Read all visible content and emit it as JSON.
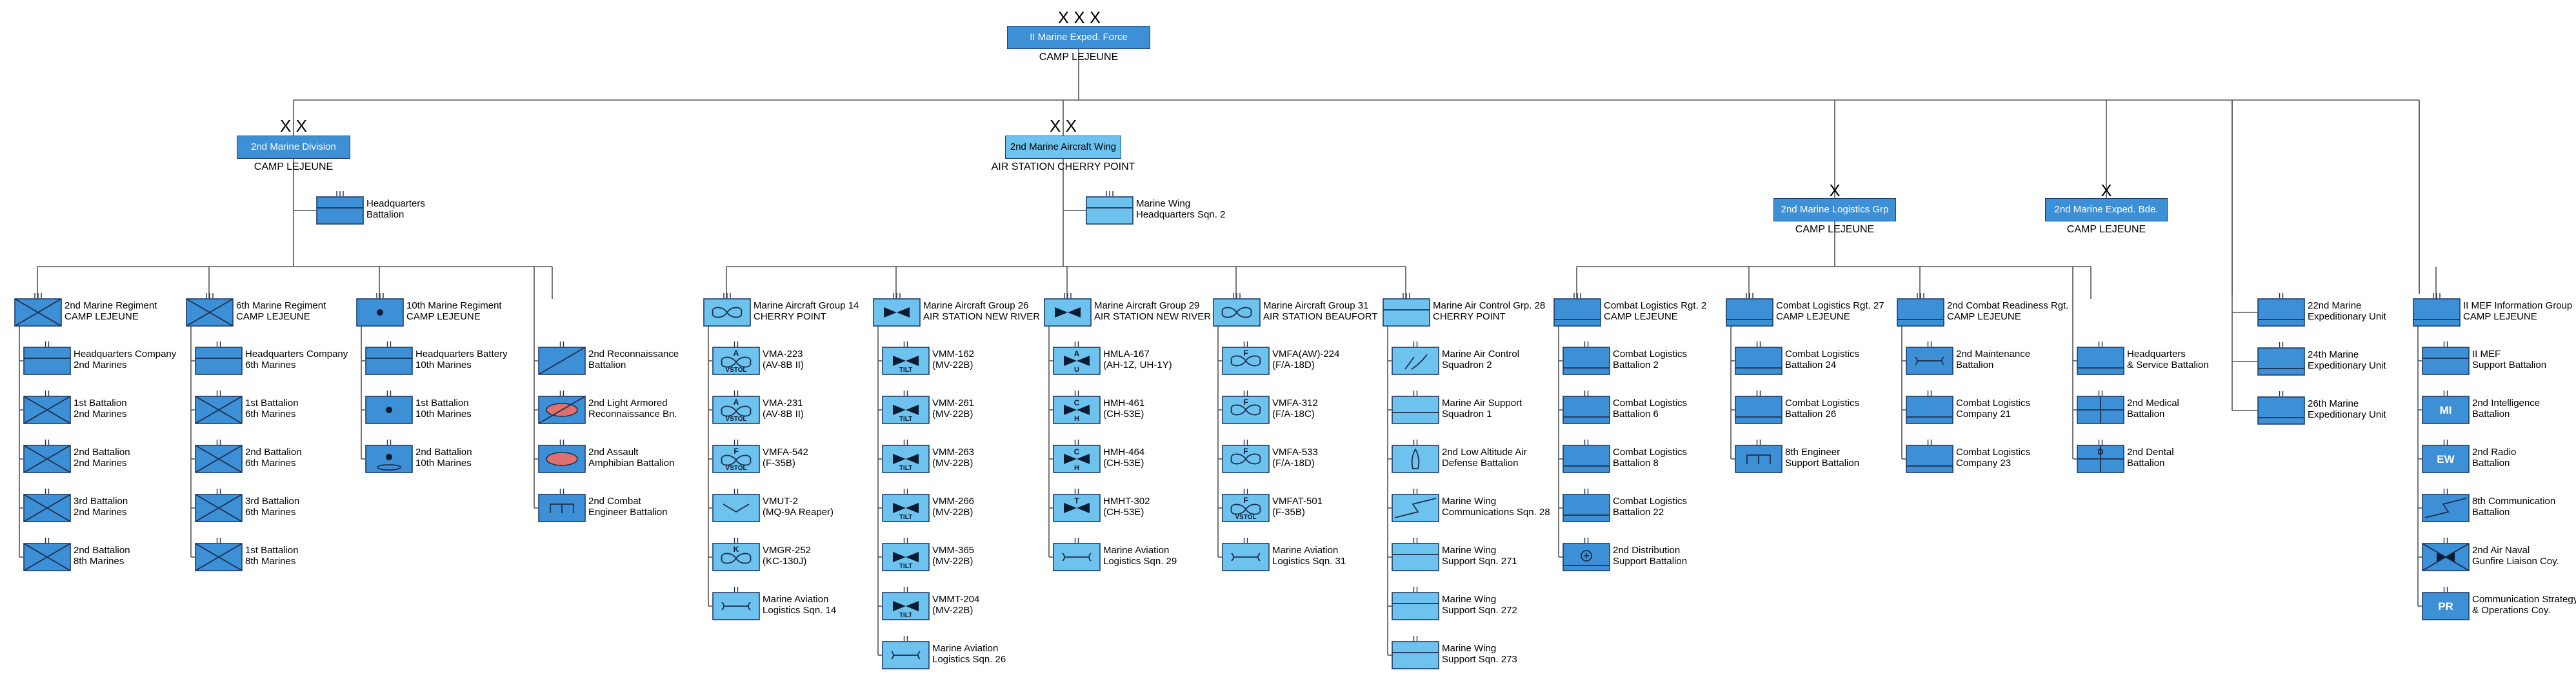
{
  "colors": {
    "marine_ground": "#3d8fd6",
    "marine_air": "#6ec3ee",
    "border": "#1c3d6e",
    "line": "#555555"
  },
  "headers": [
    {
      "echelon": "X X X",
      "name": "II Marine Exped. Force",
      "loc": "CAMP LEJEUNE",
      "color": "marine_ground"
    },
    {
      "echelon": "X X",
      "name": "2nd Marine Division",
      "loc": "CAMP LEJEUNE",
      "color": "marine_ground"
    },
    {
      "echelon": "X X",
      "name": "2nd Marine Aircraft Wing",
      "loc": "AIR STATION CHERRY POINT",
      "color": "marine_air"
    },
    {
      "echelon": "X",
      "name": "2nd Marine Logistics Grp",
      "loc": "CAMP LEJEUNE",
      "color": "marine_ground"
    },
    {
      "echelon": "X",
      "name": "2nd Marine Exped. Bde.",
      "loc": "CAMP LEJEUNE",
      "color": "marine_ground"
    }
  ],
  "staff_units": [
    {
      "symbol": "hq",
      "color": "marine_ground",
      "l1": "Headquarters",
      "l2": "Battalion"
    },
    {
      "symbol": "hq",
      "color": "marine_air",
      "l1": "Marine Wing",
      "l2": "Headquarters Sqn. 2"
    }
  ],
  "columns": [
    {
      "head": {
        "symbol": "infantry",
        "color": "marine_ground",
        "l1": "2nd Marine Regiment",
        "l2": "CAMP LEJEUNE"
      },
      "children": [
        {
          "symbol": "hq",
          "color": "marine_ground",
          "l1": "Headquarters Company",
          "l2": "2nd Marines"
        },
        {
          "symbol": "infantry",
          "color": "marine_ground",
          "l1": "1st Battalion",
          "l2": "2nd Marines"
        },
        {
          "symbol": "infantry",
          "color": "marine_ground",
          "l1": "2nd Battalion",
          "l2": "2nd Marines"
        },
        {
          "symbol": "infantry",
          "color": "marine_ground",
          "l1": "3rd Battalion",
          "l2": "2nd Marines"
        },
        {
          "symbol": "infantry",
          "color": "marine_ground",
          "l1": "2nd Battalion",
          "l2": "8th Marines"
        }
      ]
    },
    {
      "head": {
        "symbol": "infantry",
        "color": "marine_ground",
        "l1": "6th Marine Regiment",
        "l2": "CAMP LEJEUNE"
      },
      "children": [
        {
          "symbol": "hq",
          "color": "marine_ground",
          "l1": "Headquarters Company",
          "l2": "6th Marines"
        },
        {
          "symbol": "infantry",
          "color": "marine_ground",
          "l1": "1st Battalion",
          "l2": "6th Marines"
        },
        {
          "symbol": "infantry",
          "color": "marine_ground",
          "l1": "2nd Battalion",
          "l2": "6th Marines"
        },
        {
          "symbol": "infantry",
          "color": "marine_ground",
          "l1": "3rd Battalion",
          "l2": "6th Marines"
        },
        {
          "symbol": "infantry",
          "color": "marine_ground",
          "l1": "1st Battalion",
          "l2": "8th Marines"
        }
      ]
    },
    {
      "head": {
        "symbol": "artillery",
        "color": "marine_ground",
        "l1": "10th Marine Regiment",
        "l2": "CAMP LEJEUNE"
      },
      "children": [
        {
          "symbol": "hq",
          "color": "marine_ground",
          "l1": "Headquarters Battery",
          "l2": "10th Marines"
        },
        {
          "symbol": "artillery",
          "color": "marine_ground",
          "l1": "1st Battalion",
          "l2": "10th Marines"
        },
        {
          "symbol": "artillery_sp",
          "color": "marine_ground",
          "l1": "2nd Battalion",
          "l2": "10th Marines"
        }
      ]
    },
    {
      "head": null,
      "children": [
        {
          "symbol": "recon",
          "color": "marine_ground",
          "l1": "2nd Reconnaissance",
          "l2": "Battalion"
        },
        {
          "symbol": "armored_recon",
          "color": "marine_ground",
          "l1": "2nd Light Armored",
          "l2": "Reconnaissance Bn."
        },
        {
          "symbol": "amphibian",
          "color": "marine_ground",
          "l1": "2nd Assault",
          "l2": "Amphibian Battalion"
        },
        {
          "symbol": "engineer",
          "color": "marine_ground",
          "l1": "2nd Combat",
          "l2": "Engineer Battalion"
        }
      ]
    },
    {
      "head": {
        "symbol": "fixed_wing",
        "color": "marine_air",
        "l1": "Marine Aircraft Group 14",
        "l2": "CHERRY POINT"
      },
      "children": [
        {
          "symbol": "harrier",
          "color": "marine_air",
          "tag": "A",
          "tag2": "VSTOL",
          "l1": "VMA-223",
          "l2": "(AV-8B II)"
        },
        {
          "symbol": "harrier",
          "color": "marine_air",
          "tag": "A",
          "tag2": "VSTOL",
          "l1": "VMA-231",
          "l2": "(AV-8B II)"
        },
        {
          "symbol": "harrier",
          "color": "marine_air",
          "tag": "F",
          "tag2": "VSTOL",
          "l1": "VMFA-542",
          "l2": "(F-35B)"
        },
        {
          "symbol": "uav",
          "color": "marine_air",
          "l1": "VMUT-2",
          "l2": "(MQ-9A Reaper)"
        },
        {
          "symbol": "tanker",
          "color": "marine_air",
          "tag": "K",
          "l1": "VMGR-252",
          "l2": "(KC-130J)"
        },
        {
          "symbol": "maint",
          "color": "marine_air",
          "l1": "Marine Aviation",
          "l2": "Logistics Sqn. 14"
        }
      ]
    },
    {
      "head": {
        "symbol": "rotary",
        "color": "marine_air",
        "l1": "Marine Aircraft Group 26",
        "l2": "AIR STATION NEW RIVER"
      },
      "children": [
        {
          "symbol": "tilt",
          "color": "marine_air",
          "tag2": "TILT",
          "l1": "VMM-162",
          "l2": "(MV-22B)"
        },
        {
          "symbol": "tilt",
          "color": "marine_air",
          "tag2": "TILT",
          "l1": "VMM-261",
          "l2": "(MV-22B)"
        },
        {
          "symbol": "tilt",
          "color": "marine_air",
          "tag2": "TILT",
          "l1": "VMM-263",
          "l2": "(MV-22B)"
        },
        {
          "symbol": "tilt",
          "color": "marine_air",
          "tag2": "TILT",
          "l1": "VMM-266",
          "l2": "(MV-22B)"
        },
        {
          "symbol": "tilt",
          "color": "marine_air",
          "tag2": "TILT",
          "l1": "VMM-365",
          "l2": "(MV-22B)"
        },
        {
          "symbol": "tilt",
          "color": "marine_air",
          "tag2": "TILT",
          "l1": "VMMT-204",
          "l2": "(MV-22B)"
        },
        {
          "symbol": "maint",
          "color": "marine_air",
          "l1": "Marine Aviation",
          "l2": "Logistics Sqn. 26"
        }
      ]
    },
    {
      "head": {
        "symbol": "rotary",
        "color": "marine_air",
        "l1": "Marine Aircraft Group 29",
        "l2": "AIR STATION NEW RIVER"
      },
      "children": [
        {
          "symbol": "heli",
          "color": "marine_air",
          "tag": "A",
          "tag3": "U",
          "l1": "HMLA-167",
          "l2": "(AH-1Z, UH-1Y)"
        },
        {
          "symbol": "heli",
          "color": "marine_air",
          "tag": "C",
          "tag3": "H",
          "l1": "HMH-461",
          "l2": "(CH-53E)"
        },
        {
          "symbol": "heli",
          "color": "marine_air",
          "tag": "C",
          "tag3": "H",
          "l1": "HMH-464",
          "l2": "(CH-53E)"
        },
        {
          "symbol": "heli",
          "color": "marine_air",
          "tag": "T",
          "l1": "HMHT-302",
          "l2": "(CH-53E)"
        },
        {
          "symbol": "maint",
          "color": "marine_air",
          "l1": "Marine Aviation",
          "l2": "Logistics Sqn. 29"
        }
      ]
    },
    {
      "head": {
        "symbol": "fixed_wing",
        "color": "marine_air",
        "l1": "Marine Aircraft Group 31",
        "l2": "AIR STATION BEAUFORT"
      },
      "children": [
        {
          "symbol": "fighter",
          "color": "marine_air",
          "tag": "F",
          "l1": "VMFA(AW)-224",
          "l2": "(F/A-18D)"
        },
        {
          "symbol": "fighter",
          "color": "marine_air",
          "tag": "F",
          "l1": "VMFA-312",
          "l2": "(F/A-18C)"
        },
        {
          "symbol": "fighter",
          "color": "marine_air",
          "tag": "F",
          "l1": "VMFA-533",
          "l2": "(F/A-18D)"
        },
        {
          "symbol": "harrier",
          "color": "marine_air",
          "tag": "F",
          "tag2": "VSTOL",
          "l1": "VMFAT-501",
          "l2": "(F-35B)"
        },
        {
          "symbol": "maint",
          "color": "marine_air",
          "l1": "Marine Aviation",
          "l2": "Logistics Sqn. 31"
        }
      ]
    },
    {
      "head": {
        "symbol": "hq_air",
        "color": "marine_air",
        "l1": "Marine Air Control Grp. 28",
        "l2": "CHERRY POINT"
      },
      "children": [
        {
          "symbol": "radar",
          "color": "marine_air",
          "l1": "Marine Air Control",
          "l2": "Squadron 2"
        },
        {
          "symbol": "airsupport",
          "color": "marine_air",
          "l1": "Marine Air Support",
          "l2": "Squadron 1"
        },
        {
          "symbol": "missile",
          "color": "marine_air",
          "l1": "2nd Low Altitude Air",
          "l2": "Defense Battalion"
        },
        {
          "symbol": "signal",
          "color": "marine_air",
          "l1": "Marine Wing",
          "l2": "Communications Sqn. 28"
        },
        {
          "symbol": "hq",
          "color": "marine_air",
          "l1": "Marine Wing",
          "l2": "Support Sqn. 271"
        },
        {
          "symbol": "hq",
          "color": "marine_air",
          "l1": "Marine Wing",
          "l2": "Support Sqn. 272"
        },
        {
          "symbol": "hq",
          "color": "marine_air",
          "l1": "Marine Wing",
          "l2": "Support Sqn. 273"
        }
      ]
    },
    {
      "head": {
        "symbol": "logistics",
        "color": "marine_ground",
        "l1": "Combat Logistics Rgt. 2",
        "l2": "CAMP LEJEUNE"
      },
      "children": [
        {
          "symbol": "logistics",
          "color": "marine_ground",
          "l1": "Combat Logistics",
          "l2": "Battalion 2"
        },
        {
          "symbol": "logistics",
          "color": "marine_ground",
          "l1": "Combat Logistics",
          "l2": "Battalion 6"
        },
        {
          "symbol": "logistics",
          "color": "marine_ground",
          "l1": "Combat Logistics",
          "l2": "Battalion 8"
        },
        {
          "symbol": "logistics",
          "color": "marine_ground",
          "l1": "Combat Logistics",
          "l2": "Battalion 22"
        },
        {
          "symbol": "supply",
          "color": "marine_ground",
          "l1": "2nd Distribution",
          "l2": "Support Battalion"
        }
      ]
    },
    {
      "head": {
        "symbol": "logistics",
        "color": "marine_ground",
        "l1": "Combat Logistics Rgt. 27",
        "l2": "CAMP LEJEUNE"
      },
      "children": [
        {
          "symbol": "logistics",
          "color": "marine_ground",
          "l1": "Combat Logistics",
          "l2": "Battalion 24"
        },
        {
          "symbol": "logistics",
          "color": "marine_ground",
          "l1": "Combat Logistics",
          "l2": "Battalion 26"
        },
        {
          "symbol": "engineer",
          "color": "marine_ground",
          "l1": "8th Engineer",
          "l2": "Support Battalion"
        }
      ]
    },
    {
      "head": {
        "symbol": "logistics",
        "color": "marine_ground",
        "l1": "2nd Combat Readiness Rgt.",
        "l2": "CAMP LEJEUNE"
      },
      "children": [
        {
          "symbol": "maint",
          "color": "marine_ground",
          "l1": "2nd Maintenance",
          "l2": "Battalion"
        },
        {
          "symbol": "logistics",
          "color": "marine_ground",
          "l1": "Combat Logistics",
          "l2": "Company 21"
        },
        {
          "symbol": "logistics",
          "color": "marine_ground",
          "l1": "Combat Logistics",
          "l2": "Company 23"
        }
      ]
    },
    {
      "head": null,
      "children": [
        {
          "symbol": "logistics",
          "color": "marine_ground",
          "l1": "Headquarters",
          "l2": "& Service Battalion"
        },
        {
          "symbol": "medical",
          "color": "marine_ground",
          "l1": "2nd Medical",
          "l2": "Battalion"
        },
        {
          "symbol": "dental",
          "color": "marine_ground",
          "tag": "D",
          "l1": "2nd Dental",
          "l2": "Battalion"
        }
      ]
    },
    {
      "head": null,
      "children": [
        {
          "symbol": "logistics",
          "color": "marine_ground",
          "l1": "22nd Marine",
          "l2": "Expeditionary Unit"
        },
        {
          "symbol": "logistics",
          "color": "marine_ground",
          "l1": "24th Marine",
          "l2": "Expeditionary Unit"
        },
        {
          "symbol": "logistics",
          "color": "marine_ground",
          "l1": "26th Marine",
          "l2": "Expeditionary Unit"
        }
      ]
    },
    {
      "head": {
        "symbol": "logistics",
        "color": "marine_ground",
        "l1": "II MEF Information Group",
        "l2": "CAMP LEJEUNE"
      },
      "children": [
        {
          "symbol": "hq",
          "color": "marine_ground",
          "l1": "II MEF",
          "l2": "Support Battalion"
        },
        {
          "symbol": "text",
          "color": "marine_ground",
          "tag": "MI",
          "l1": "2nd Intelligence",
          "l2": "Battalion"
        },
        {
          "symbol": "text",
          "color": "marine_ground",
          "tag": "EW",
          "l1": "2nd Radio",
          "l2": "Battalion"
        },
        {
          "symbol": "signal",
          "color": "marine_ground",
          "l1": "8th Communication",
          "l2": "Battalion"
        },
        {
          "symbol": "anglico",
          "color": "marine_ground",
          "l1": "2nd Air Naval",
          "l2": "Gunfire Liaison Coy."
        },
        {
          "symbol": "text",
          "color": "marine_ground",
          "tag": "PR",
          "l1": "Communication Strategy",
          "l2": "& Operations Coy."
        }
      ]
    }
  ]
}
